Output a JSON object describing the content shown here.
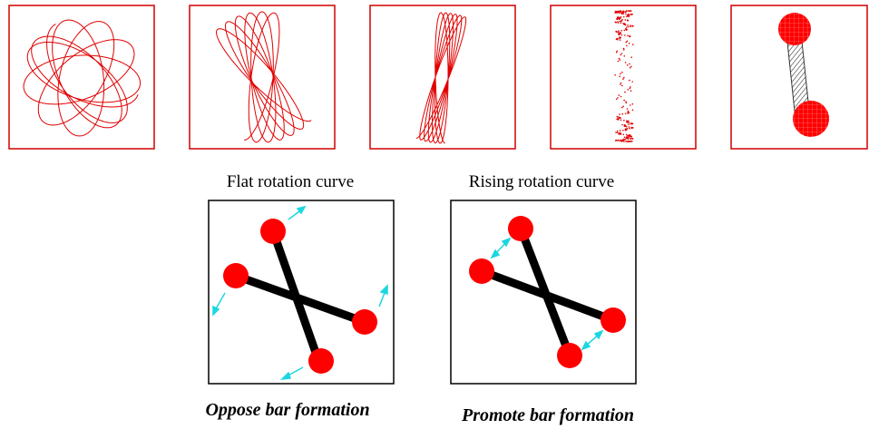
{
  "colors": {
    "orbit": "#e00000",
    "frame_red": "#d00000",
    "ball_fill": "#ff0000",
    "bar": "#000000",
    "arrow": "#1cd6e0",
    "frame_black": "#000000"
  },
  "top_row": {
    "panel_count": 5,
    "panels": [
      {
        "name": "rosette-orbit-panel",
        "content": "rosette orbit"
      },
      {
        "name": "elongated-rosette-panel",
        "content": "elongated rosette orbit"
      },
      {
        "name": "narrow-loop-panel",
        "content": "narrow loop orbit"
      },
      {
        "name": "dotted-orbit-panel",
        "content": "dotted thin orbit"
      },
      {
        "name": "dumbbell-panel",
        "content": "dumbbell of two balls"
      }
    ]
  },
  "diagrams": [
    {
      "caption": "Flat rotation curve",
      "bottom_caption": "Oppose bar formation",
      "arrow_direction": "outward"
    },
    {
      "caption": "Rising rotation curve",
      "bottom_caption": "Promote bar formation",
      "arrow_direction": "toward-neighbour"
    }
  ]
}
